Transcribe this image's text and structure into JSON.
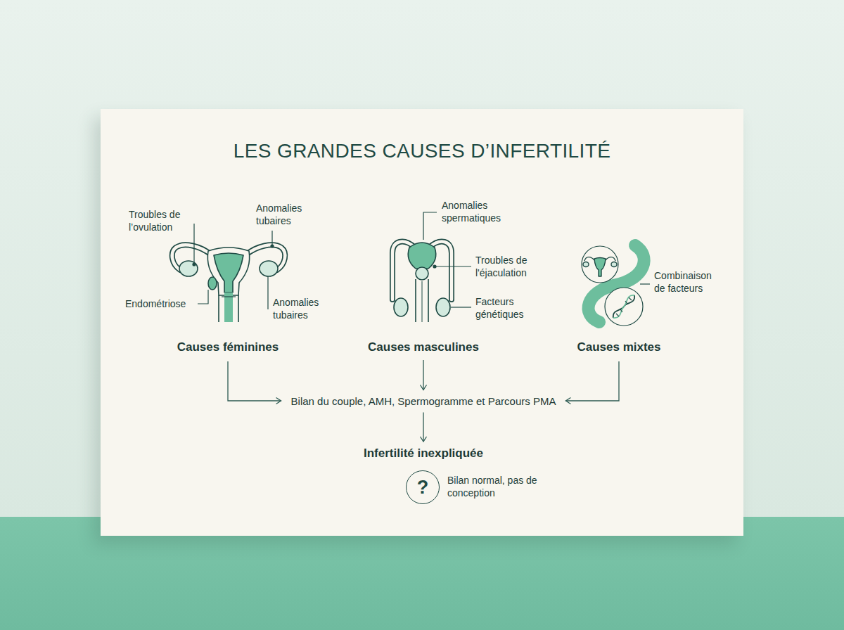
{
  "diagram": {
    "title": "LES GRANDES CAUSES D’INFERTILITÉ",
    "nodes": [
      {
        "text": [
          "Causes féminines"
        ]
      },
      {
        "text": [
          "Causes masculines"
        ]
      },
      {
        "text": [
          "Causes mixtes"
        ]
      },
      {
        "text": [
          "Bilan du couple, AMH, Spermogramme et Parcours PMA"
        ]
      },
      {
        "text": [
          "Infertilité inexpliquée"
        ]
      },
      {
        "text": [
          "?",
          "Bilan normal, pas de conception"
        ]
      }
    ],
    "edges": [
      {
        "from": 0,
        "to": 3,
        "arrow": "to"
      },
      {
        "from": 1,
        "to": 3,
        "arrow": "to"
      },
      {
        "from": 2,
        "to": 3,
        "arrow": "to"
      },
      {
        "from": 3,
        "to": 4,
        "arrow": "to"
      }
    ],
    "labels": [
      "Troubles de l’ovulation",
      "Anomalies tubaires",
      "Endométriose",
      "Anomalies tubaires",
      "Anomalies spermatiques",
      "Troubles de l'éjaculation",
      "Facteurs génétiques",
      "Combinaison de facteurs"
    ]
  }
}
